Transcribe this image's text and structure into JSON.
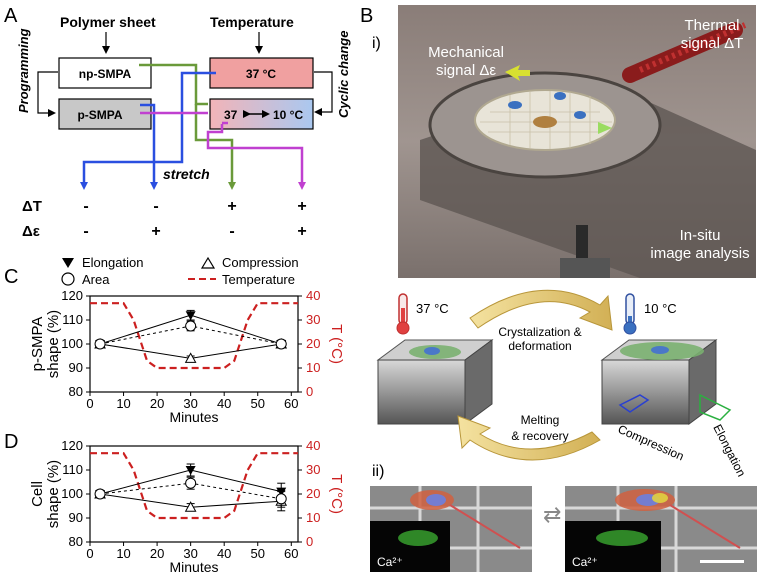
{
  "panels": {
    "A": "A",
    "B": "B",
    "C": "C",
    "D": "D"
  },
  "panelA": {
    "polymer_sheet": "Polymer sheet",
    "temperature": "Temperature",
    "np_smpa": "np-SMPA",
    "p_smpa": "p-SMPA",
    "t37": "37 °C",
    "cycle_37": "37",
    "cycle_10": "10 °C",
    "programming": "Programming",
    "cyclic_change": "Cyclic change",
    "stretch": "stretch",
    "row_dT": "ΔT",
    "row_de": "Δε",
    "dT_values": [
      "-",
      "-",
      "+",
      "+"
    ],
    "de_values": [
      "-",
      "+",
      "-",
      "+"
    ],
    "colors": {
      "blue": "#2a4fe0",
      "green": "#6a9a3a",
      "magenta": "#c040d0",
      "np_fill": "#ffffff",
      "p_fill": "#c8c8c8",
      "t37_fill": "#f0a0a0",
      "cycle_fill_left": "#f2b4b8",
      "cycle_fill_right": "#aac8f0"
    }
  },
  "panelB": {
    "label_i": "i)",
    "label_ii": "ii)",
    "mechanical": "Mechanical",
    "mechanical2": "signal Δε",
    "thermal": "Thermal",
    "thermal2": "signal ΔT",
    "insitu": "In-situ",
    "insitu2": "image analysis",
    "t37": "37 °C",
    "t10": "10 °C",
    "cryst1": "Crystalization &",
    "cryst2": "deformation",
    "melt1": "Melting",
    "melt2": "& recovery",
    "compression": "Compression",
    "elongation": "Elongation",
    "ca1": "Ca²⁺",
    "ca2": "Ca²⁺"
  },
  "legend": {
    "elongation": "Elongation",
    "compression": "Compression",
    "area": "Area",
    "temperature": "Temperature"
  },
  "chart_data": [
    {
      "type": "line",
      "panel": "C",
      "ylabel": [
        "p-SMPA",
        "shape (%)"
      ],
      "y2label": "T (°C)",
      "xlabel": "Minutes",
      "xlim": [
        0,
        62
      ],
      "ylim": [
        80,
        120
      ],
      "y2lim": [
        0,
        40
      ],
      "xticks": [
        0,
        10,
        20,
        30,
        40,
        50,
        60
      ],
      "yticks": [
        80,
        90,
        100,
        110,
        120
      ],
      "y2ticks": [
        0,
        10,
        20,
        30,
        40
      ],
      "series": [
        {
          "name": "Elongation",
          "marker": "triangle-down",
          "line": "solid",
          "x": [
            3,
            30,
            57
          ],
          "y": [
            100,
            112,
            100
          ],
          "err": [
            1.5,
            2,
            1.5
          ]
        },
        {
          "name": "Compression",
          "marker": "triangle-up",
          "line": "solid",
          "x": [
            3,
            30,
            57
          ],
          "y": [
            100,
            94,
            100
          ],
          "err": [
            1.5,
            1,
            1.5
          ]
        },
        {
          "name": "Area",
          "marker": "circle",
          "line": "dashed",
          "x": [
            3,
            30,
            57
          ],
          "y": [
            100,
            107.5,
            100
          ],
          "err": [
            1.5,
            2,
            1.5
          ]
        }
      ],
      "temperature": {
        "name": "Temperature",
        "x": [
          0,
          10,
          13,
          17,
          20,
          30,
          40,
          43,
          47,
          50,
          62
        ],
        "y": [
          37,
          37,
          30,
          13,
          10,
          10,
          10,
          13,
          30,
          37,
          37
        ]
      }
    },
    {
      "type": "line",
      "panel": "D",
      "ylabel": [
        "Cell",
        "shape (%)"
      ],
      "y2label": "T (°C)",
      "xlabel": "Minutes",
      "xlim": [
        0,
        62
      ],
      "ylim": [
        80,
        120
      ],
      "y2lim": [
        0,
        40
      ],
      "xticks": [
        0,
        10,
        20,
        30,
        40,
        50,
        60
      ],
      "yticks": [
        80,
        90,
        100,
        110,
        120
      ],
      "y2ticks": [
        0,
        10,
        20,
        30,
        40
      ],
      "series": [
        {
          "name": "Elongation",
          "marker": "triangle-down",
          "line": "solid",
          "x": [
            3,
            30,
            57
          ],
          "y": [
            100,
            110,
            101
          ],
          "err": [
            1.5,
            2.5,
            3.5
          ]
        },
        {
          "name": "Compression",
          "marker": "triangle-up",
          "line": "solid",
          "x": [
            3,
            30,
            57
          ],
          "y": [
            100,
            94.5,
            97
          ],
          "err": [
            1.5,
            1.5,
            4
          ]
        },
        {
          "name": "Area",
          "marker": "circle",
          "line": "dashed",
          "x": [
            3,
            30,
            57
          ],
          "y": [
            100,
            104.5,
            98
          ],
          "err": [
            1.5,
            2.5,
            3.5
          ]
        }
      ],
      "temperature": {
        "name": "Temperature",
        "x": [
          0,
          10,
          13,
          17,
          20,
          30,
          40,
          43,
          47,
          50,
          62
        ],
        "y": [
          37,
          37,
          30,
          13,
          10,
          10,
          10,
          13,
          30,
          37,
          37
        ]
      }
    }
  ]
}
